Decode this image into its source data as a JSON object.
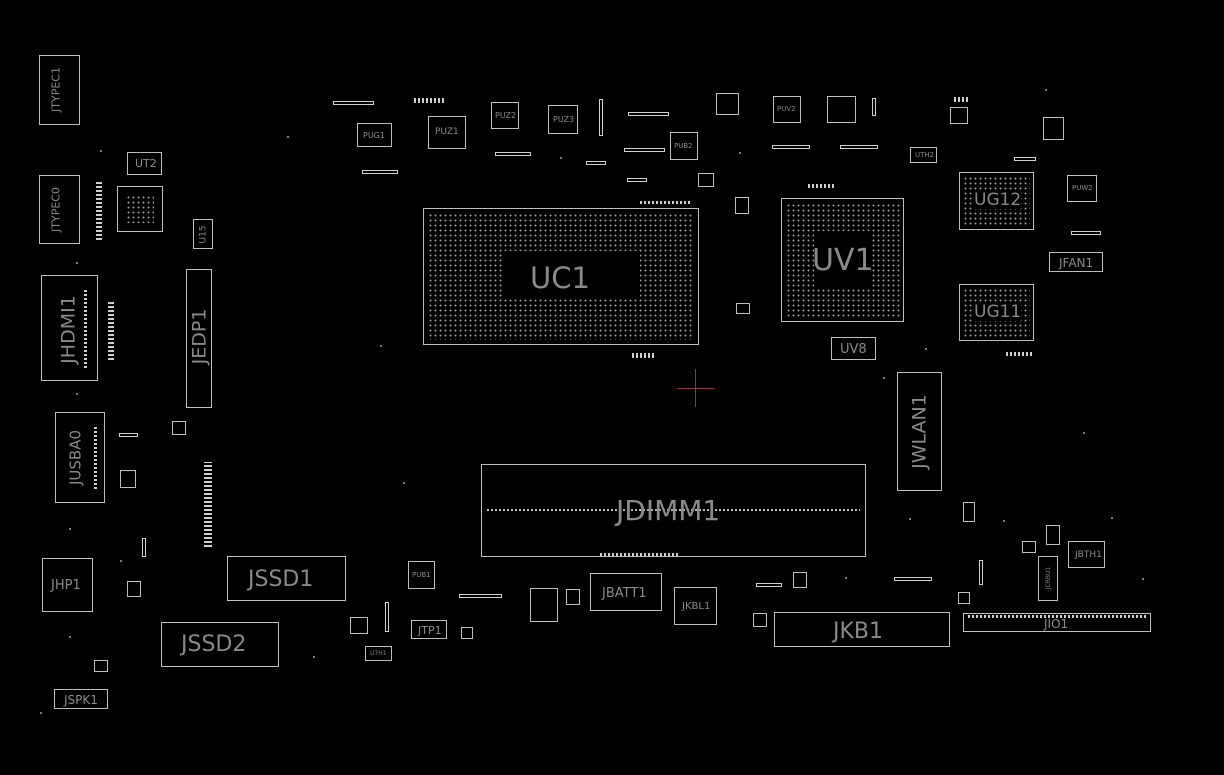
{
  "labels": {
    "uc1": "UC1",
    "uv1": "UV1",
    "jdimm1": "JDIMM1",
    "ug12": "UG12",
    "ug11": "UG11",
    "jkb1": "JKB1",
    "jio1": "JIO1",
    "jssd1": "JSSD1",
    "jssd2": "JSSD2",
    "jbatt1": "JBATT1",
    "jhdmi1": "JHDMI1",
    "jedp1": "JEDP1",
    "jusba0": "JUSBA0",
    "jtypec1": "JTYPEC1",
    "jtypec0": "JTYPEC0",
    "jwlan1": "JWLAN1",
    "jfan1": "JFAN1",
    "jhp1": "JHP1",
    "jspk1": "JSPK1",
    "jtp1": "JTP1",
    "jkbl1": "JKBL1",
    "uv8": "UV8",
    "ut2": "UT2",
    "u15": "U15",
    "puz1": "PUZ1",
    "puz2": "PUZ2",
    "puz3": "PUZ3",
    "pug1": "PUG1",
    "pub2": "PUB2",
    "pub1": "PUB1",
    "jbth1": "JBTH1",
    "uth2": "UTH2",
    "puv2": "PUV2",
    "puw2": "PUW2",
    "jcrbu1": "JCRBU1",
    "u7h1": "U7H1"
  },
  "colors": {
    "background": "#000000",
    "outline": "#bdbdbd",
    "label": "#8a8a8a",
    "marker": "#8a3a3a",
    "via": "#3fa34d"
  }
}
